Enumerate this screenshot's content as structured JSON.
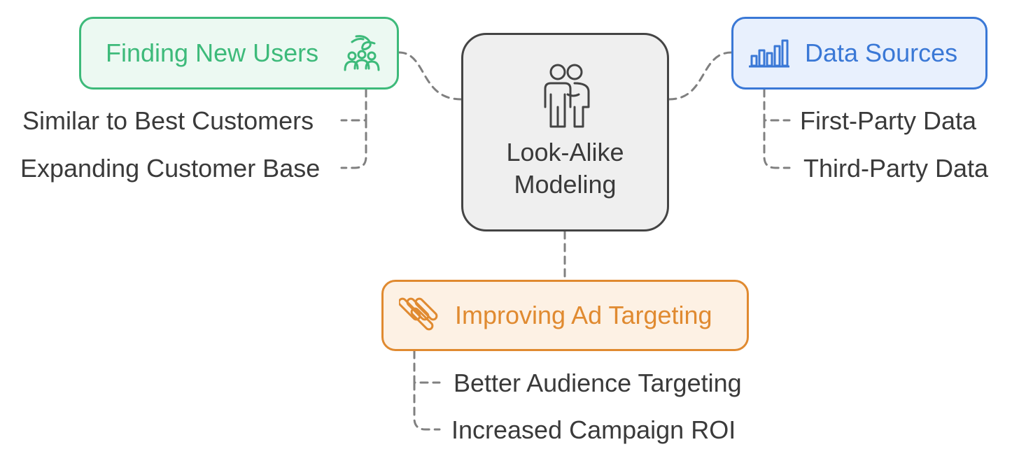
{
  "colors": {
    "center_border": "#444444",
    "center_fill": "#efefef",
    "center_text": "#3a3a3a",
    "users_accent": "#3dba7a",
    "users_fill": "#ecf9f2",
    "data_accent": "#3a78d6",
    "data_fill": "#e8f0fd",
    "ad_accent": "#e08a30",
    "ad_fill": "#fdf1e4",
    "leaf_text": "#3a3a3a",
    "connector": "#808080"
  },
  "center": {
    "label": "Look-Alike Modeling",
    "icon": "people-pair-icon"
  },
  "branches": {
    "users": {
      "label": "Finding New Users",
      "icon": "user-group-icon",
      "items": [
        "Similar to Best Customers",
        "Expanding Customer Base"
      ]
    },
    "data": {
      "label": "Data Sources",
      "icon": "bar-chart-icon",
      "items": [
        "First-Party Data",
        "Third-Party Data"
      ]
    },
    "ad": {
      "label": "Improving Ad Targeting",
      "icon": "diagonal-bars-icon",
      "items": [
        "Better Audience Targeting",
        "Increased Campaign ROI"
      ]
    }
  }
}
